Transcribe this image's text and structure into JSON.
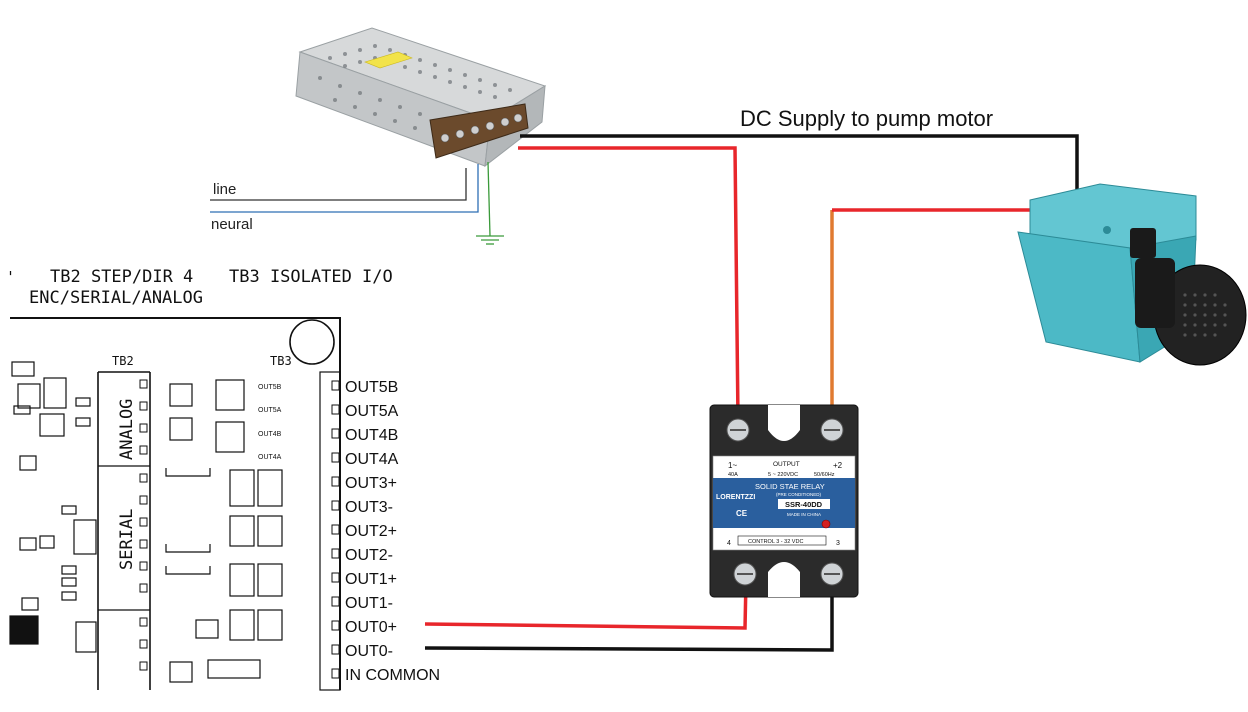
{
  "labels": {
    "dc_supply": "DC Supply to pump motor",
    "line": "line",
    "neural": "neural"
  },
  "board": {
    "header_left_1": "TB2 STEP/DIR 4",
    "header_left_2": "ENC/SERIAL/ANALOG",
    "header_right": "TB3 ISOLATED I/O",
    "tb2": "TB2",
    "tb3": "TB3",
    "analog": "ANALOG",
    "serial": "SERIAL",
    "tb3_outputs": [
      "OUT5B",
      "OUT5A",
      "OUT4B",
      "OUT4A",
      "OUT3+",
      "OUT3-",
      "OUT2+",
      "OUT2-",
      "OUT1+",
      "OUT1-",
      "OUT0+",
      "OUT0-",
      "IN COMMON"
    ],
    "small_outputs": [
      "OUT5B",
      "OUT5A",
      "OUT4B",
      "OUT4A"
    ]
  },
  "relay": {
    "output": "OUTPUT",
    "left_term": "1~",
    "right_term": "+2",
    "amps": "40A",
    "voltage": "5 ~ 220VDC",
    "freq": "50/60Hz",
    "brand": "LORENTZZI",
    "title": "SOLID STAE RELAY",
    "subtitle": "(PRE CONDITIONED)",
    "model": "SSR-40DD",
    "made": "MADE IN CHINA",
    "ce": "CE",
    "control": "CONTROL 3 - 32 VDC",
    "term4": "4",
    "term3": "3"
  },
  "colors": {
    "wire_red": "#e8262b",
    "wire_orange": "#e07a30",
    "wire_black": "#111111",
    "pump_body": "#4cb9c6",
    "relay_body": "#2a5f9e"
  }
}
